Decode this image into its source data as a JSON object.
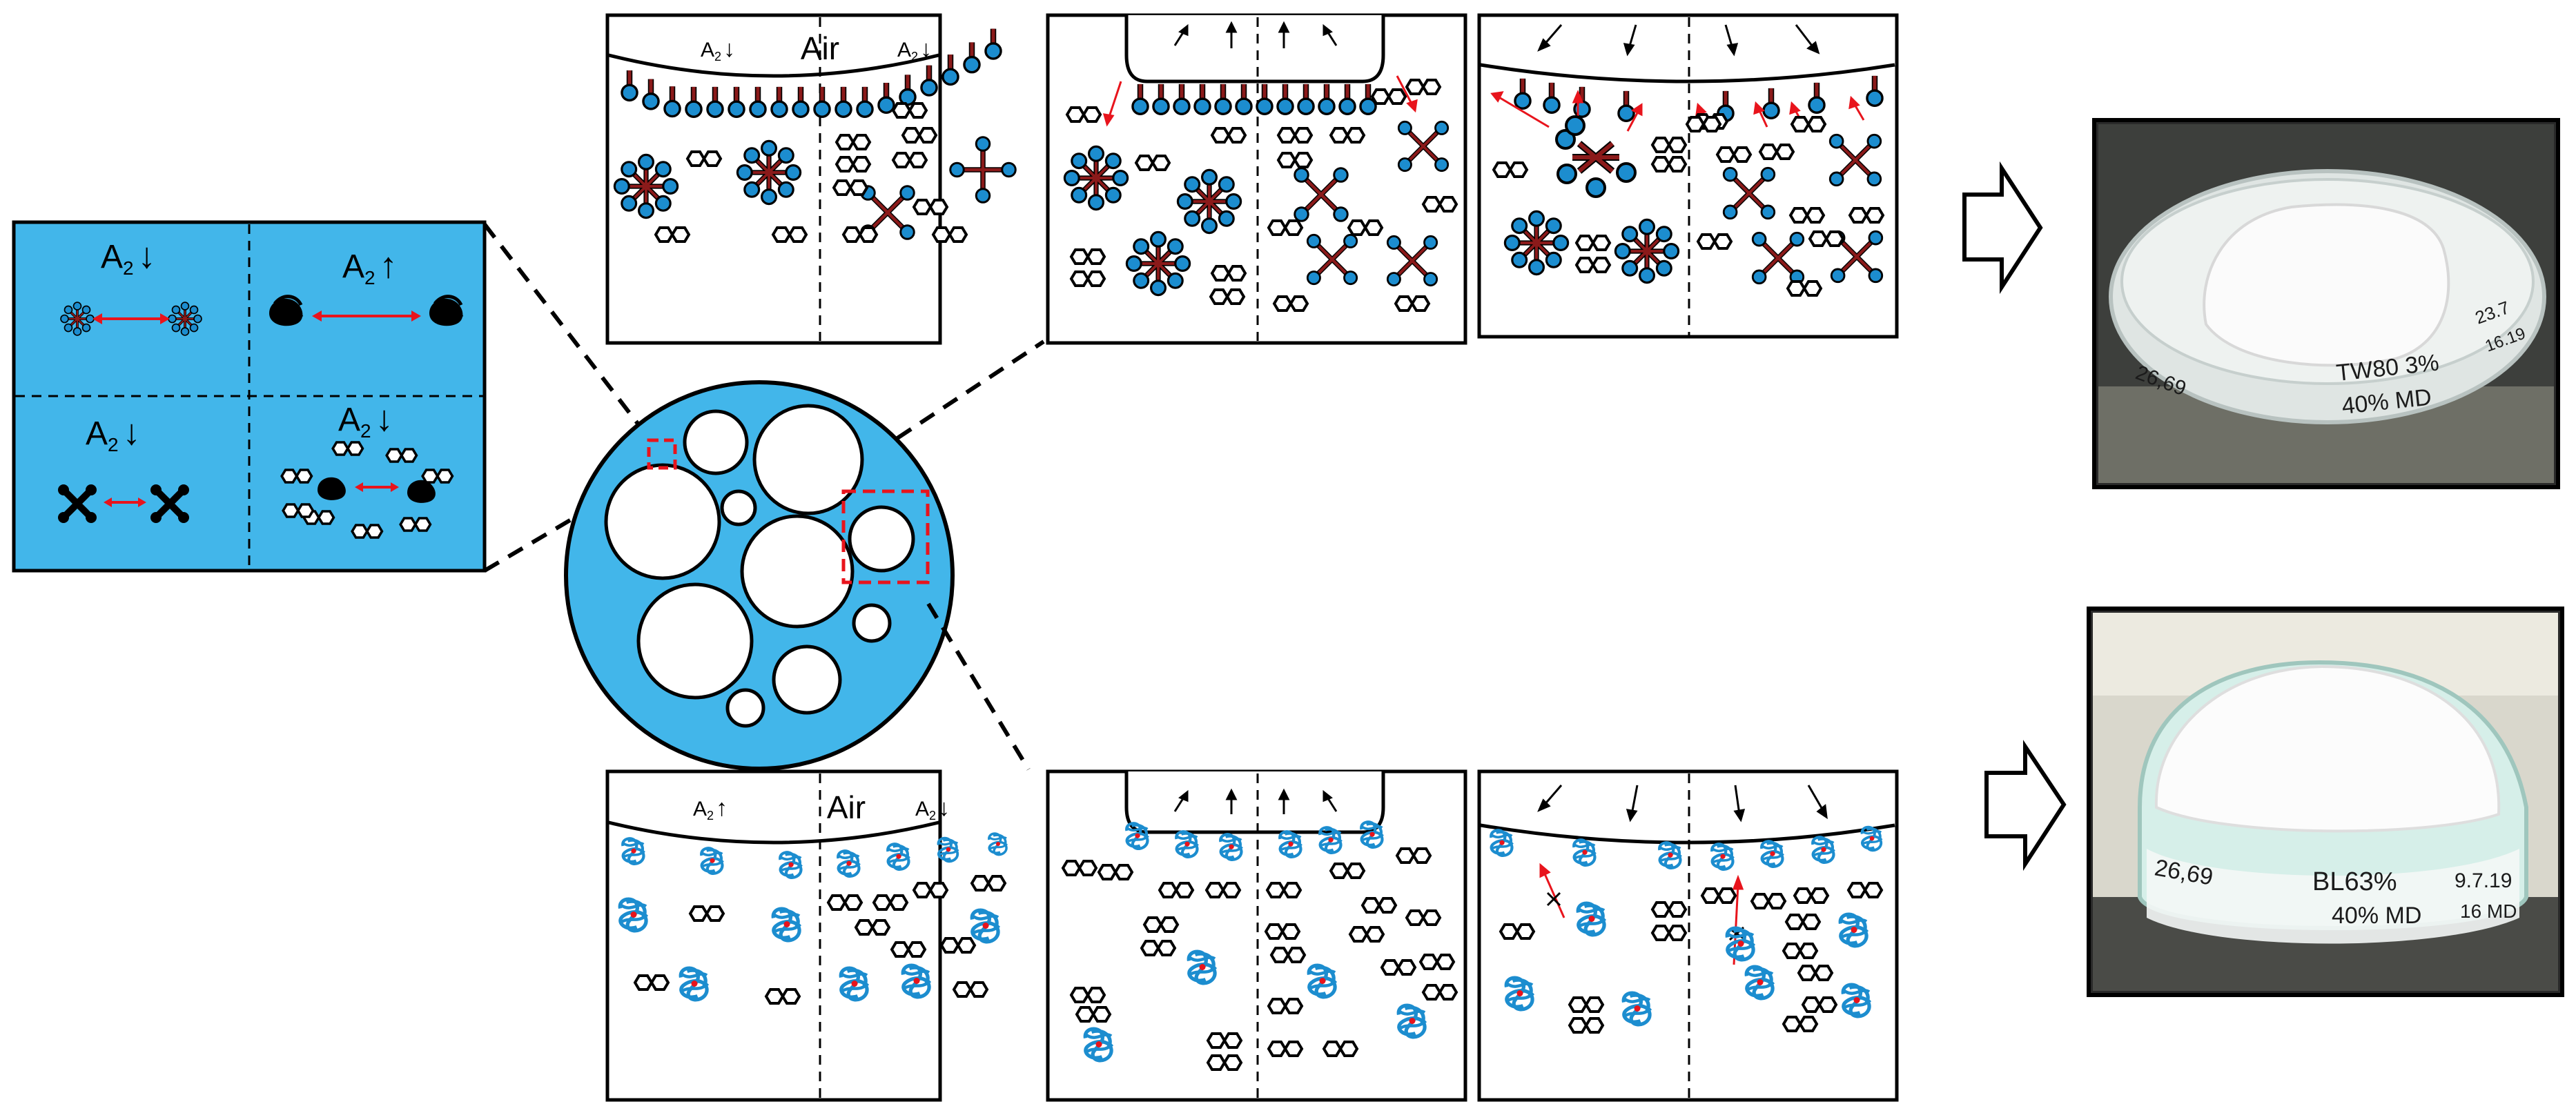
{
  "colors": {
    "blue": "#42b6ea",
    "head_blue": "#1c8dcf",
    "dark_red": "#8b1a1a",
    "red": "#e8141c",
    "dash_red": "#e8141c",
    "ink": "#000000"
  },
  "labels": {
    "left_a2_down_1": "A",
    "left_a2_up": "A",
    "left_a2_down_2": "A",
    "left_a2_down_3": "A",
    "sub2": "2",
    "air_top": "Air",
    "air_bottom": "Air",
    "top_a2_left": "A",
    "top_a2_right": "A",
    "bot_a2_left": "A",
    "bot_a2_right": "A",
    "arrow_down": "↓",
    "arrow_up": "↑"
  },
  "photos": {
    "top": {
      "label_1": "TW80 3%",
      "label_2": "40% MD",
      "label_3": "26,69",
      "label_4": "23.7",
      "label_5": "16.19"
    },
    "bottom": {
      "label_1": "BL63%",
      "label_2": "40% MD",
      "label_3": "26,69",
      "label_4": "9.7.19",
      "label_5": "16 MD"
    }
  }
}
